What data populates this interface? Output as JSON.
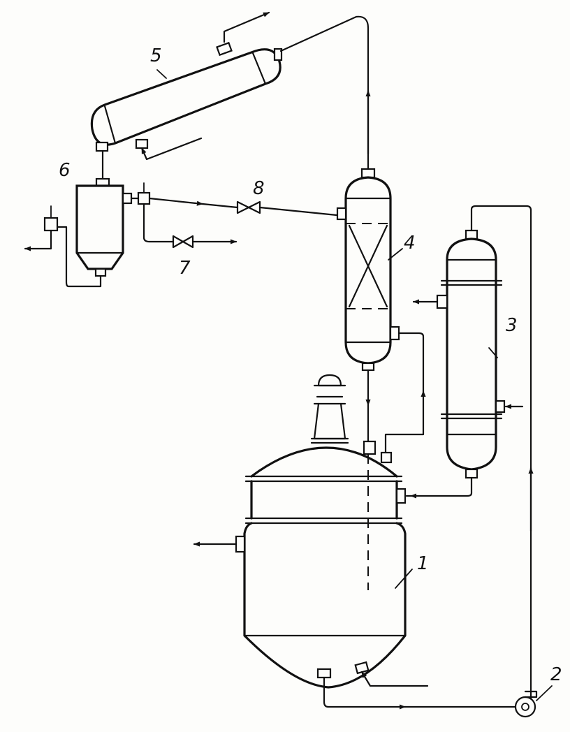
{
  "labels": {
    "reactor": "1",
    "pump": "2",
    "condenser_vertical": "3",
    "column": "4",
    "condenser_horizontal": "5",
    "separator": "6",
    "valve_drain": "7",
    "valve_reflux": "8"
  }
}
